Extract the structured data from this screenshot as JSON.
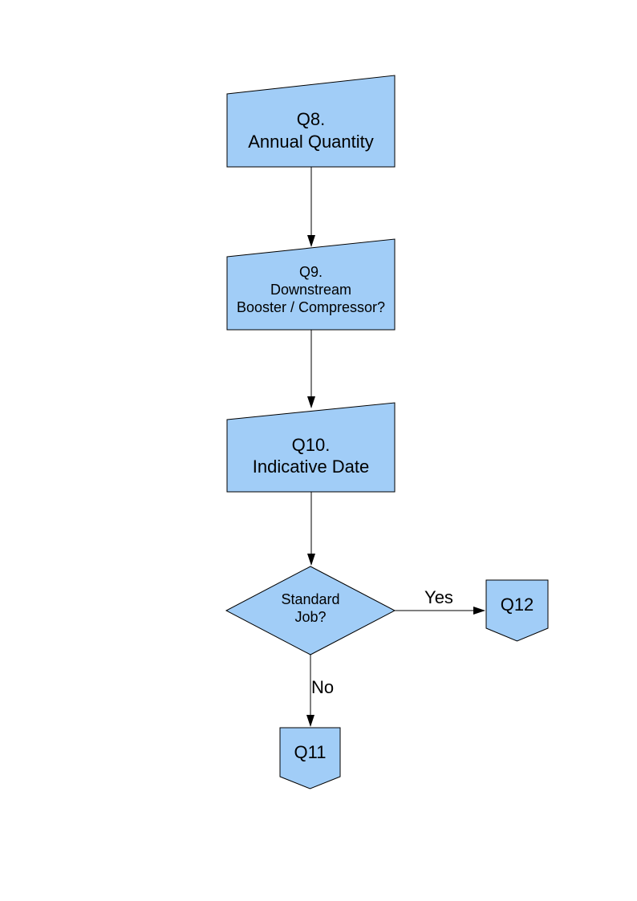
{
  "flowchart": {
    "colors": {
      "node_fill": "#A1CDF7",
      "node_border": "#000000",
      "connector": "#000000",
      "text": "#000000",
      "page_background": "#FFFFFF"
    },
    "nodes": {
      "q8": {
        "label": "Q8.\nAnnual Quantity",
        "shape": "manual-input"
      },
      "q9": {
        "label": "Q9.\nDownstream\nBooster / Compressor?",
        "shape": "manual-input"
      },
      "q10": {
        "label": "Q10.\nIndicative Date",
        "shape": "manual-input"
      },
      "standard_job": {
        "label": "Standard\nJob?",
        "shape": "decision-diamond"
      },
      "q12": {
        "label": "Q12",
        "shape": "off-page-connector"
      },
      "q11": {
        "label": "Q11",
        "shape": "off-page-connector"
      }
    },
    "edges": {
      "q8_to_q9": {
        "label": ""
      },
      "q9_to_q10": {
        "label": ""
      },
      "q10_to_decision": {
        "label": ""
      },
      "decision_to_q12": {
        "label": "Yes"
      },
      "decision_to_q11": {
        "label": "No"
      }
    }
  }
}
